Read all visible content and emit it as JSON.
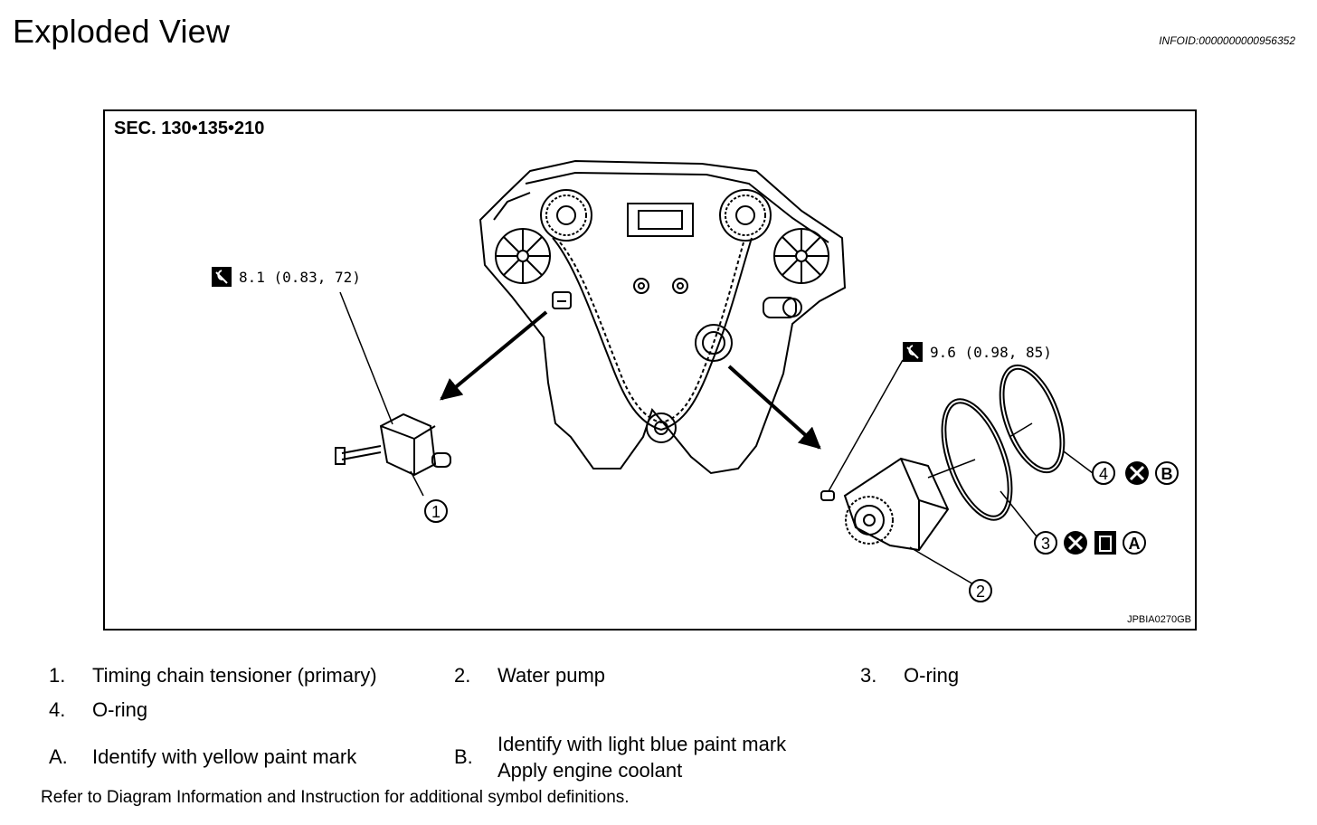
{
  "header": {
    "title": "Exploded View",
    "info_id": "INFOID:0000000000956352"
  },
  "figure": {
    "section": "SEC. 130•135•210",
    "figure_id": "JPBIA0270GB",
    "torque_1": "8.1 (0.83, 72)",
    "torque_2": "9.6 (0.98, 85)",
    "markers": {
      "m1": "1",
      "m2": "2",
      "m3": "3",
      "m4": "4",
      "a": "A",
      "b": "B"
    }
  },
  "legend": {
    "items": [
      {
        "num": "1.",
        "text": "Timing chain tensioner (primary)"
      },
      {
        "num": "2.",
        "text": "Water pump"
      },
      {
        "num": "3.",
        "text": "O-ring"
      },
      {
        "num": "4.",
        "text": "O-ring"
      }
    ],
    "notes": [
      {
        "letter": "A.",
        "text": "Identify with yellow paint mark"
      },
      {
        "letter": "B.",
        "text_line1": "Identify with light blue paint mark",
        "text_line2": "Apply engine coolant"
      }
    ]
  },
  "footnote": "Refer to Diagram Information and Instruction for additional symbol definitions."
}
